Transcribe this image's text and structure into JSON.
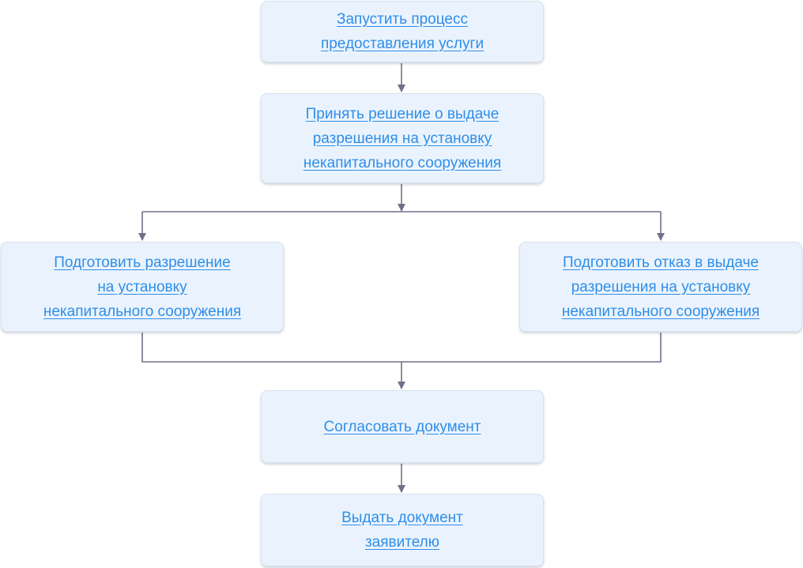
{
  "flowchart": {
    "steps": [
      {
        "label": "Запустить процесс\nпредоставления услуги"
      },
      {
        "label": "Принять решение о выдаче\nразрешения на установку\nнекапитального сооружения"
      },
      {
        "label": "Подготовить разрешение\nна установку\nнекапитального сооружения"
      },
      {
        "label": "Подготовить отказ в выдаче\nразрешения на установку \nнекапитального сооружения"
      },
      {
        "label": "Согласовать документ"
      },
      {
        "label": "Выдать документ\nзаявителю"
      }
    ],
    "colors": {
      "box_fill": "#eaf3fd",
      "link_text": "#2f8ee8",
      "connector": "#6f7089"
    }
  }
}
